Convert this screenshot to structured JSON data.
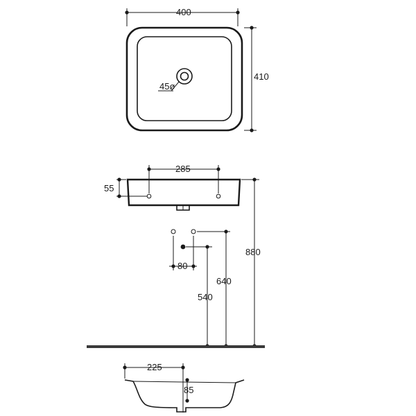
{
  "top_view": {
    "width_dim": "400",
    "depth_dim": "410",
    "drain_dim": "45ø"
  },
  "front_view": {
    "hole_spacing_dim": "285",
    "height_dim": "55",
    "supply_spacing_dim": "80",
    "supply_height_dim": "640",
    "drain_height_dim": "540",
    "total_height_dim": "880"
  },
  "section_view": {
    "half_width_dim": "225",
    "depth_dim": "85"
  },
  "colors": {
    "line": "#1a1a1a",
    "floor": "#3a3a3a",
    "fill": "#ffffff"
  }
}
